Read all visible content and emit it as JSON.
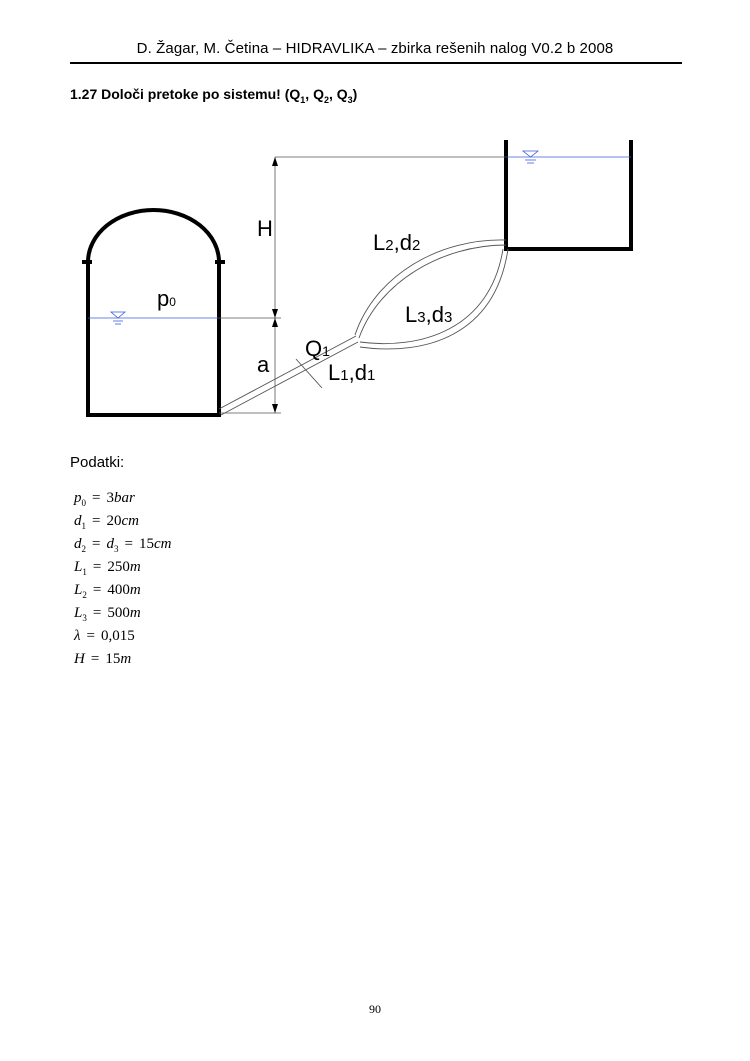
{
  "header": {
    "text": "D. Žagar, M. Četina – HIDRAVLIKA – zbirka rešenih nalog  V0.2 b 2008"
  },
  "problem": {
    "number": "1.27",
    "text_before": "Določi pretoke po sistemu! (Q",
    "sub1": "1",
    "sep1": ", Q",
    "sub2": "2",
    "sep2": ", Q",
    "sub3": "3",
    "text_after": ")"
  },
  "diagram": {
    "labels": {
      "H": "H",
      "a": "a",
      "p_main": "p",
      "p_sub": "0",
      "Q_main": "Q",
      "Q_sub": "1",
      "L1_main": "L",
      "L1_sub1": "1",
      "L1_mid": ",d",
      "L1_sub2": "1",
      "L2_main": "L",
      "L2_sub1": "2",
      "L2_mid": ",d",
      "L2_sub2": "2",
      "L3_main": "L",
      "L3_sub1": "3",
      "L3_mid": ",d",
      "L3_sub2": "3"
    }
  },
  "podatki": {
    "label": "Podatki:",
    "items": [
      {
        "sym": "p",
        "sub": "0",
        "value": "3",
        "unit": "bar"
      },
      {
        "sym": "d",
        "sub": "1",
        "value": "20",
        "unit": "cm"
      },
      {
        "sym": "d",
        "sub": "2",
        "sym2": "d",
        "sub2": "3",
        "value": "15",
        "unit": "cm"
      },
      {
        "sym": "L",
        "sub": "1",
        "value": "250",
        "unit": "m"
      },
      {
        "sym": "L",
        "sub": "2",
        "value": "400",
        "unit": "m"
      },
      {
        "sym": "L",
        "sub": "3",
        "value": "500",
        "unit": "m"
      },
      {
        "sym": "λ",
        "sub": "",
        "value": "0,015",
        "unit": ""
      },
      {
        "sym": "H",
        "sub": "",
        "value": "15",
        "unit": "m"
      }
    ],
    "equals": "="
  },
  "page_number": "90",
  "colors": {
    "water_line": "#3b5bdb",
    "ink": "#000000",
    "thin_line": "#555555"
  }
}
